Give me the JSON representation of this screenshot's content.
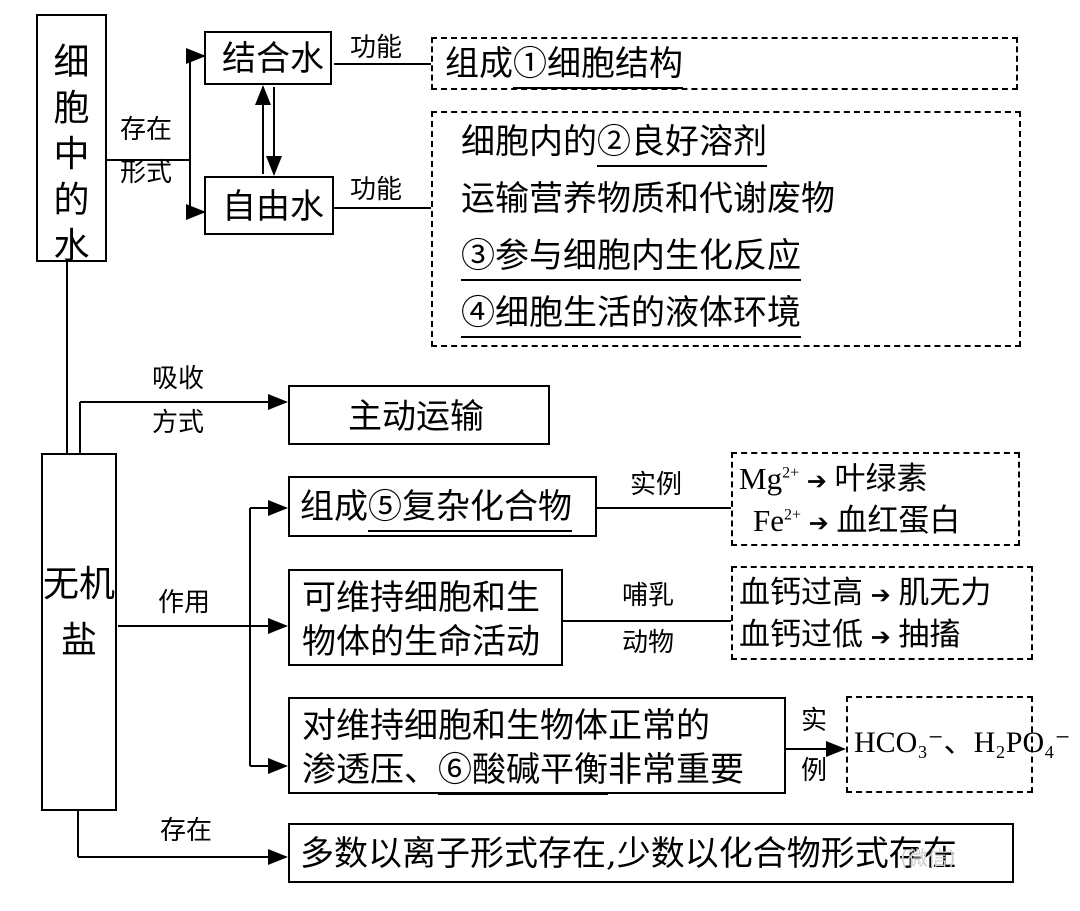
{
  "water": {
    "title": "细胞中的水",
    "form_label_1": "存在",
    "form_label_2": "形式",
    "bound": "结合水",
    "free": "自由水",
    "func_label": "功能",
    "bound_func_pre": "组成",
    "bound_func_num": "①",
    "bound_func_ans": "细胞结构",
    "free_func": {
      "item1_pre": "细胞内的",
      "item1_num": "②",
      "item1_ans": "良好溶剂",
      "item2": "运输营养物质和代谢废物",
      "item3_num": "③",
      "item3_ans": "参与细胞内生化反应",
      "item4_num": "④",
      "item4_ans": "细胞生活的液体环境"
    }
  },
  "salt": {
    "title": "无机盐",
    "absorb_label_1": "吸收",
    "absorb_label_2": "方式",
    "absorb_mode": "主动运输",
    "role_label": "作用",
    "exist_label": "存在",
    "exist_text": "多数以离子形式存在,少数以化合物形式存在",
    "role1": {
      "pre": "组成",
      "num": "⑤",
      "ans": "复杂化合物",
      "ex_label": "实例",
      "ex1_ion": "Mg",
      "ex1_charge": "2+",
      "ex1_res": "叶绿素",
      "ex2_ion": "Fe",
      "ex2_charge": "2+",
      "ex2_res": "血红蛋白"
    },
    "role2": {
      "line1": "可维持细胞和生",
      "line2": "物体的生命活动",
      "ex_label_1": "哺乳",
      "ex_label_2": "动物",
      "ex1_pre": "血钙过高",
      "ex1_res": "肌无力",
      "ex2_pre": "血钙过低",
      "ex2_res": "抽搐"
    },
    "role3": {
      "line1": "对维持细胞和生物体正常的",
      "line2_pre": "渗透压、",
      "num": "⑥",
      "ans": "酸碱平衡",
      "line2_post": "非常重要",
      "ex_label_1": "实",
      "ex_label_2": "例",
      "ex_text": "HCO₃⁻、H₂PO₄⁻"
    }
  },
  "watermark": "(微信)"
}
